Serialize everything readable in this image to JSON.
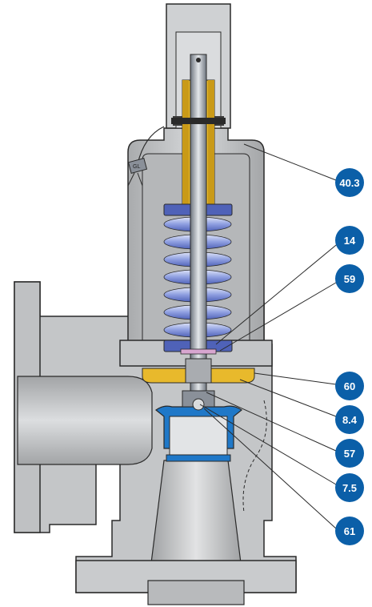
{
  "tag_label": "GL",
  "callouts": [
    {
      "id": "c403",
      "label": "40.3"
    },
    {
      "id": "c14",
      "label": "14"
    },
    {
      "id": "c59",
      "label": "59"
    },
    {
      "id": "c60",
      "label": "60"
    },
    {
      "id": "c84",
      "label": "8.4"
    },
    {
      "id": "c57",
      "label": "57"
    },
    {
      "id": "c75",
      "label": "7.5"
    },
    {
      "id": "c61",
      "label": "61"
    }
  ],
  "colors": {
    "callout": "#0b5fa8",
    "body_gray": "#c4c6c8",
    "body_dark": "#9a9c9e",
    "outline": "#2a2a2a",
    "brass": "#e8b92c",
    "spring": "#7d8fd6",
    "spring_light": "#c6cff2",
    "blue_part": "#1f78c8",
    "steel": "#8a9099"
  }
}
